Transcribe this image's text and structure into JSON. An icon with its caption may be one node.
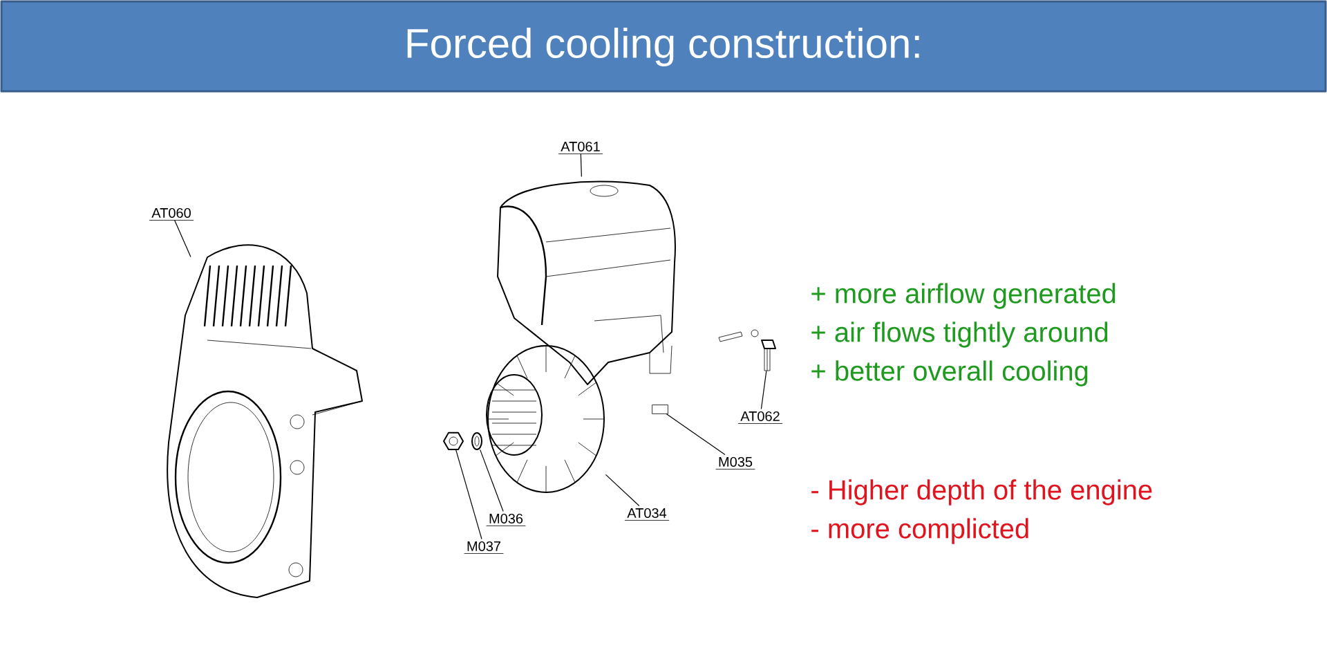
{
  "diagram": {
    "title": "Forced cooling construction:",
    "nodes": [
      {
        "text": [
          "AT060"
        ]
      },
      {
        "text": [],
        "shape": "picture"
      },
      {
        "text": [
          "AT061"
        ]
      },
      {
        "text": [],
        "shape": "picture"
      },
      {
        "text": [
          "AT062"
        ]
      },
      {
        "text": [],
        "shape": "picture"
      },
      {
        "text": [
          "M035"
        ]
      },
      {
        "text": [],
        "shape": "box"
      },
      {
        "text": [
          "AT034"
        ]
      },
      {
        "text": [],
        "shape": "picture"
      },
      {
        "text": [
          "M036"
        ]
      },
      {
        "text": [],
        "shape": "picture"
      },
      {
        "text": [
          "M037"
        ]
      },
      {
        "text": [],
        "shape": "picture"
      }
    ],
    "edges": [
      {
        "from": 0,
        "to": 1,
        "arrow": "none"
      },
      {
        "from": 2,
        "to": 3,
        "arrow": "none"
      },
      {
        "from": 4,
        "to": 5,
        "arrow": "none"
      },
      {
        "from": 6,
        "to": 7,
        "arrow": "none"
      },
      {
        "from": 8,
        "to": 9,
        "arrow": "none"
      },
      {
        "from": 10,
        "to": 11,
        "arrow": "none"
      },
      {
        "from": 12,
        "to": 13,
        "arrow": "none"
      }
    ],
    "labels": [
      "+ more airflow generated",
      "+ air flows tightly around",
      "+ better overall cooling",
      "- Higher depth of the engine",
      "- more complicted"
    ]
  }
}
